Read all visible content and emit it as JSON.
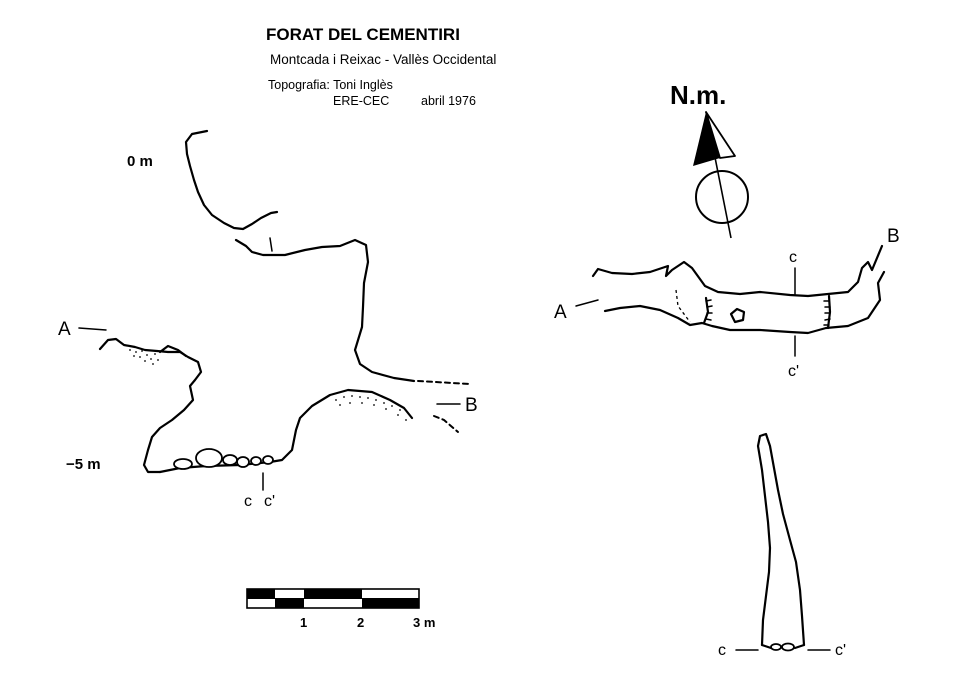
{
  "title": "FORAT DEL CEMENTIRI",
  "location": "Montcada i Reixac  -  Vallès Occidental",
  "credits": {
    "survey": "Topografia: Toni Inglès",
    "group": "ERE-CEC",
    "date": "abril 1976"
  },
  "north": {
    "label": "N.m."
  },
  "section": {
    "depth_top": "0 m",
    "depth_bottom": "−5 m",
    "label_a": "A",
    "label_b": "B",
    "label_c": "c",
    "label_c_prime": "c'"
  },
  "plan": {
    "label_a": "A",
    "label_b": "B",
    "label_c": "c",
    "label_c_prime": "c'"
  },
  "cross_section": {
    "label_c": "c",
    "label_c_prime": "c'"
  },
  "scale_bar": {
    "tick_labels": [
      "1",
      "2",
      "3 m"
    ]
  }
}
